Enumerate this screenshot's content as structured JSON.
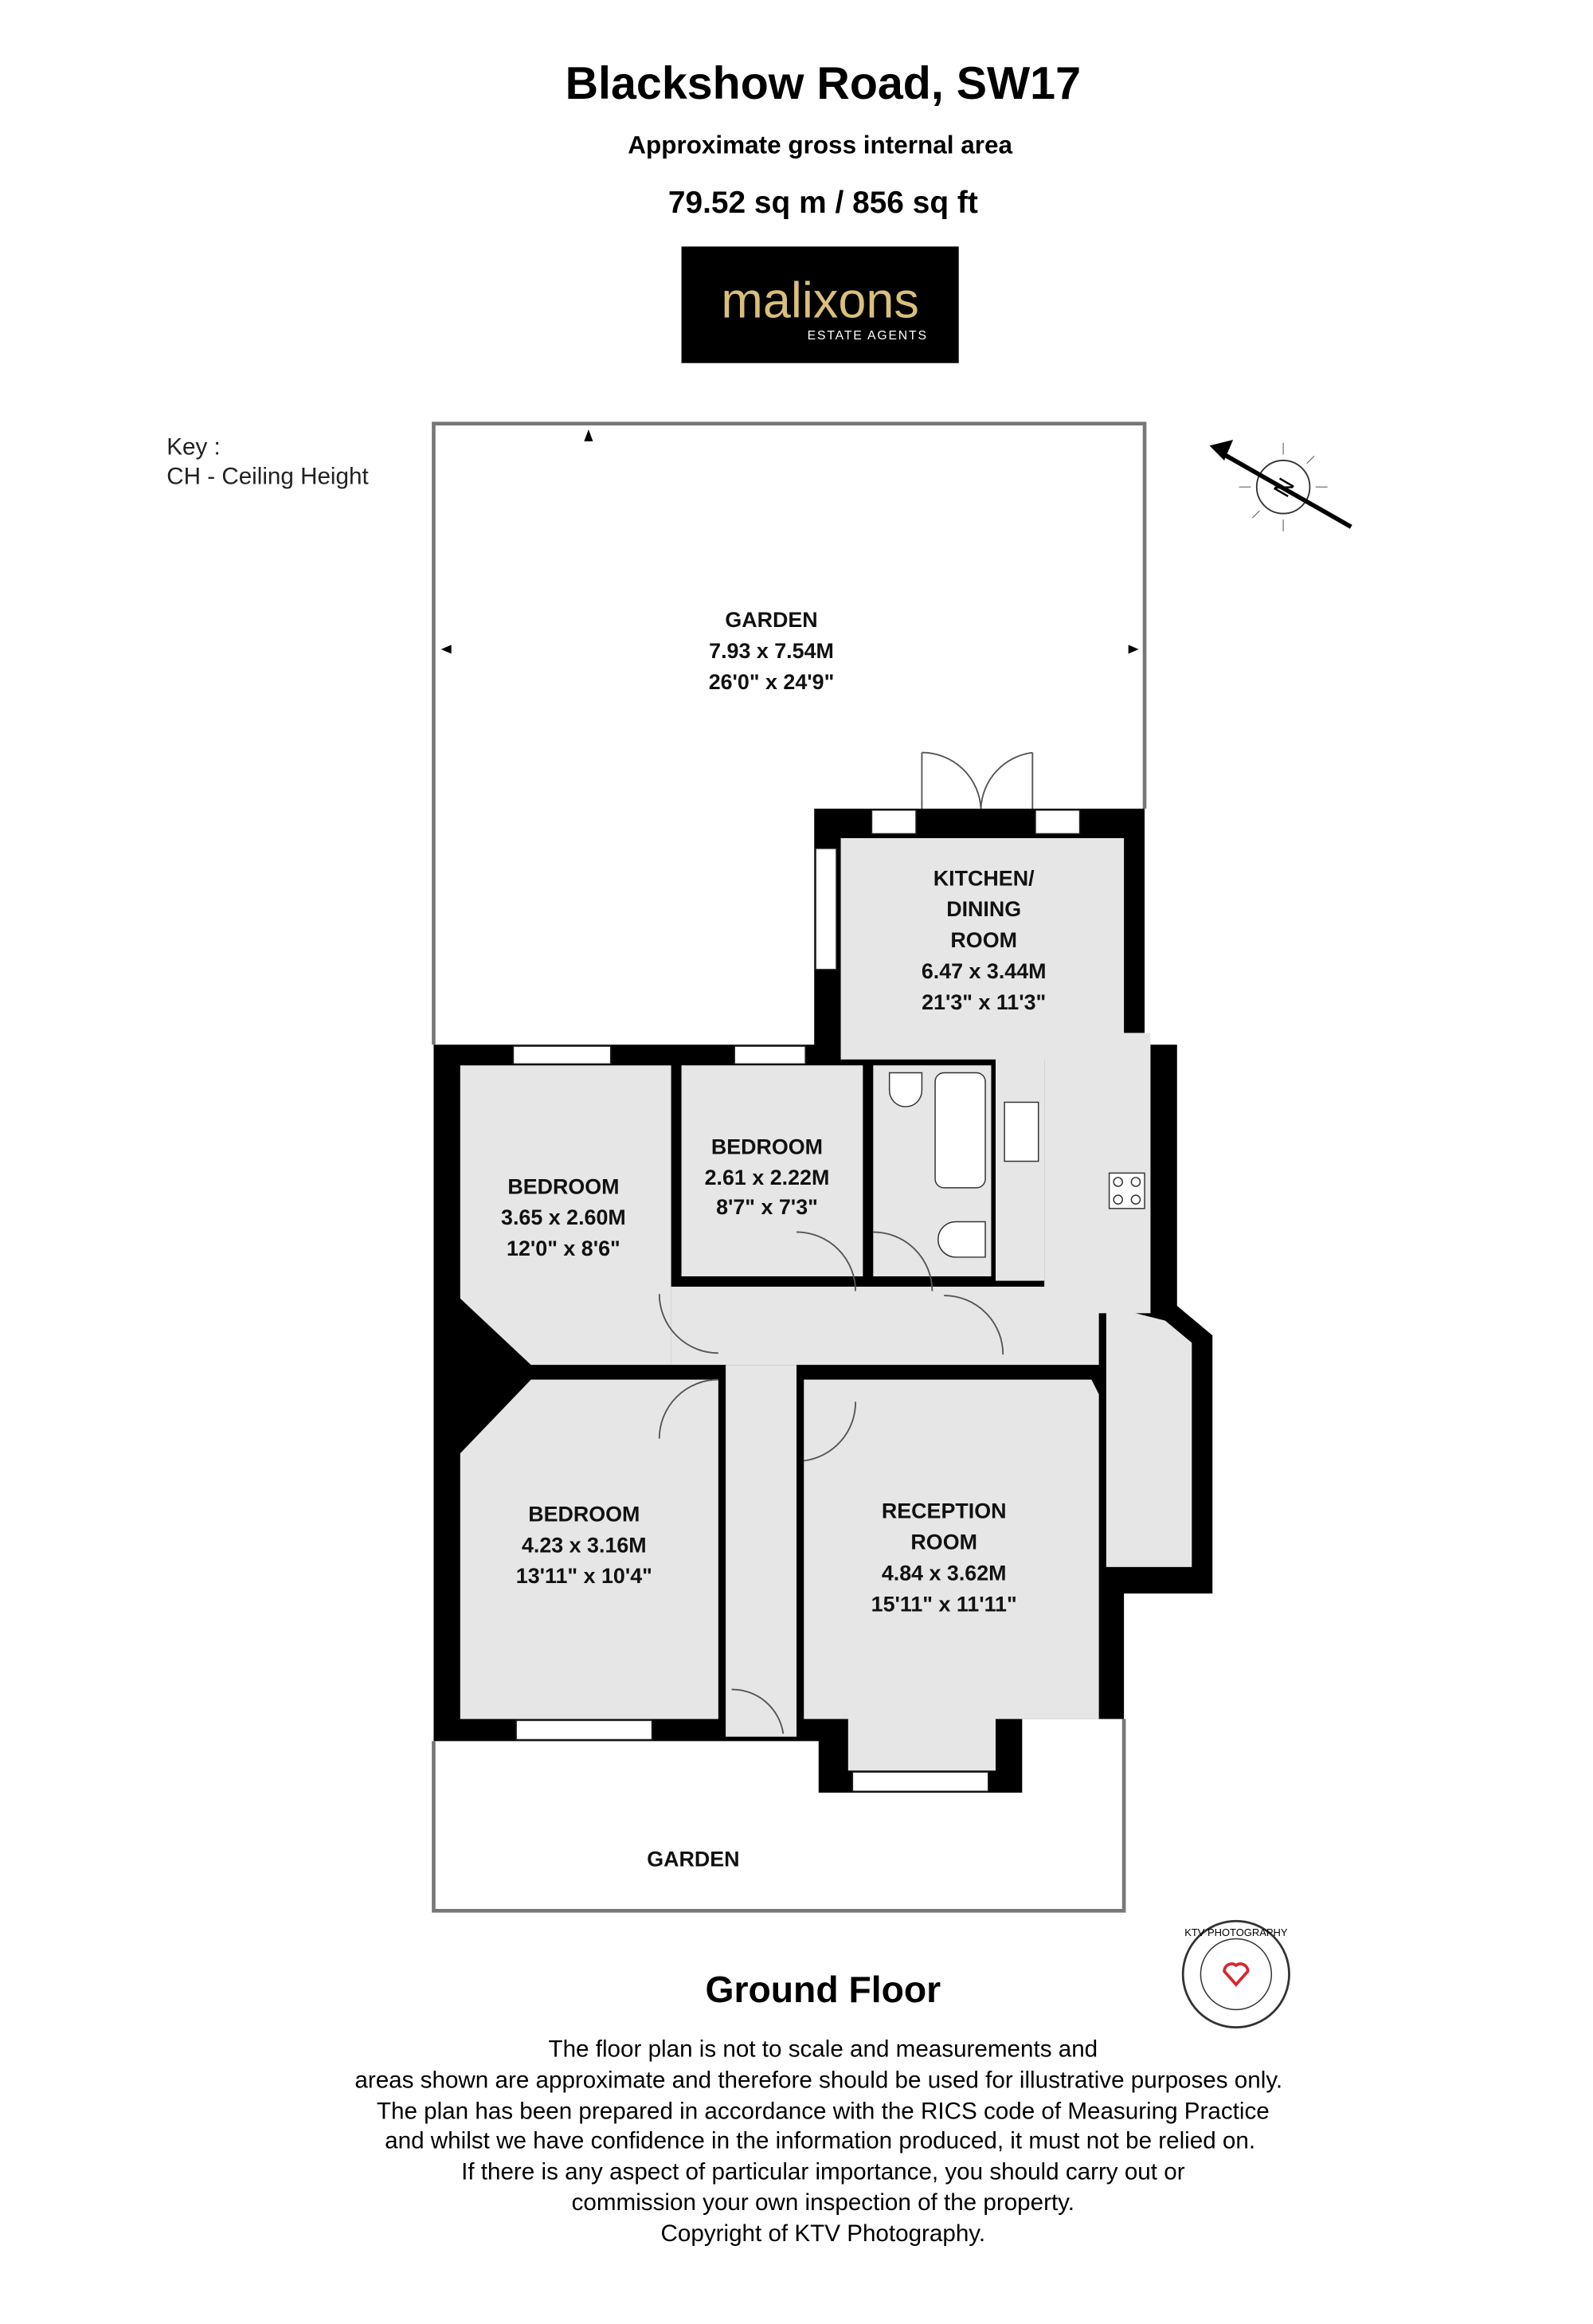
{
  "header": {
    "title": "Blackshow Road, SW17",
    "subtitle": "Approximate gross internal area",
    "area": "79.52 sq m / 856 sq ft"
  },
  "logo": {
    "brand": "malixons",
    "tagline": "ESTATE AGENTS",
    "background": "#000000",
    "brand_color": "#d9bf7a"
  },
  "key": {
    "title": "Key :",
    "items": [
      "CH - Ceiling Height"
    ]
  },
  "compass": {
    "label": "N"
  },
  "rooms": {
    "garden_rear": {
      "name": "GARDEN",
      "metric": "7.93 x 7.54M",
      "imperial": "26'0\" x 24'9\""
    },
    "kitchen": {
      "name_lines": [
        "KITCHEN/",
        "DINING",
        "ROOM"
      ],
      "metric": "6.47 x 3.44M",
      "imperial": "21'3\" x 11'3\""
    },
    "bedroom_1": {
      "name": "BEDROOM",
      "metric": "3.65 x 2.60M",
      "imperial": "12'0\" x 8'6\""
    },
    "bedroom_2": {
      "name": "BEDROOM",
      "metric": "2.61 x 2.22M",
      "imperial": "8'7\" x 7'3\""
    },
    "bedroom_3": {
      "name": "BEDROOM",
      "metric": "4.23 x 3.16M",
      "imperial": "13'11\" x 10'4\""
    },
    "reception": {
      "name_lines": [
        "RECEPTION",
        "ROOM"
      ],
      "metric": "4.84 x 3.62M",
      "imperial": "15'11\" x 11'11\""
    },
    "garden_front": {
      "name": "GARDEN"
    }
  },
  "floor_label": "Ground Floor",
  "disclaimer": [
    "The floor plan is not to scale and measurements and",
    "areas shown are approximate and therefore should be used for illustrative purposes only.",
    "The plan has been prepared in accordance with the RICS code of Measuring Practice",
    "and whilst we have confidence in the information produced, it must not be relied on.",
    "If there is any aspect of particular importance, you should carry out or",
    "commission your own inspection of the property.",
    "Copyright of KTV Photography."
  ],
  "ktv_logo": {
    "text": "KTV PHOTOGRAPHY",
    "accent": "#d9262c"
  }
}
